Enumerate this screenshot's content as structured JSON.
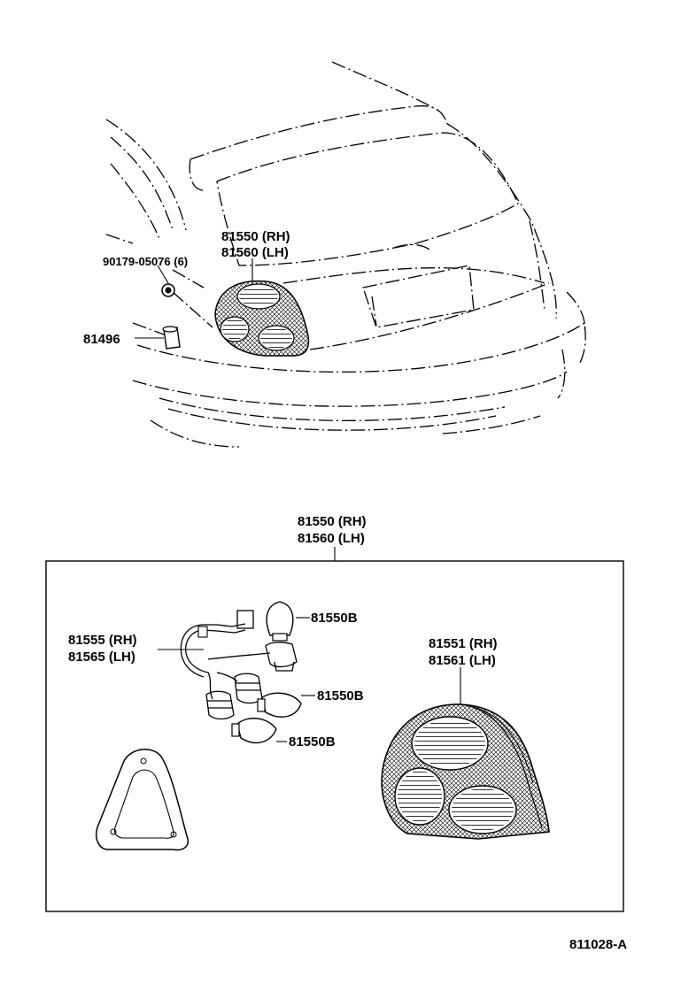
{
  "car_view": {
    "label_rh": "81550 (RH)",
    "label_lh": "81560 (LH)",
    "screw_label": "90179-05076 (6)",
    "grommet_label": "81496"
  },
  "assembly": {
    "label_rh": "81550 (RH)",
    "label_lh": "81560 (LH)",
    "socket_label_rh": "81555 (RH)",
    "socket_label_lh": "81565 (LH)",
    "bulb_label_1": "81550B",
    "bulb_label_2": "81550B",
    "bulb_label_3": "81550B",
    "lens_label_rh": "81551 (RH)",
    "lens_label_lh": "81561 (LH)"
  },
  "diagram_code": "811028-A"
}
